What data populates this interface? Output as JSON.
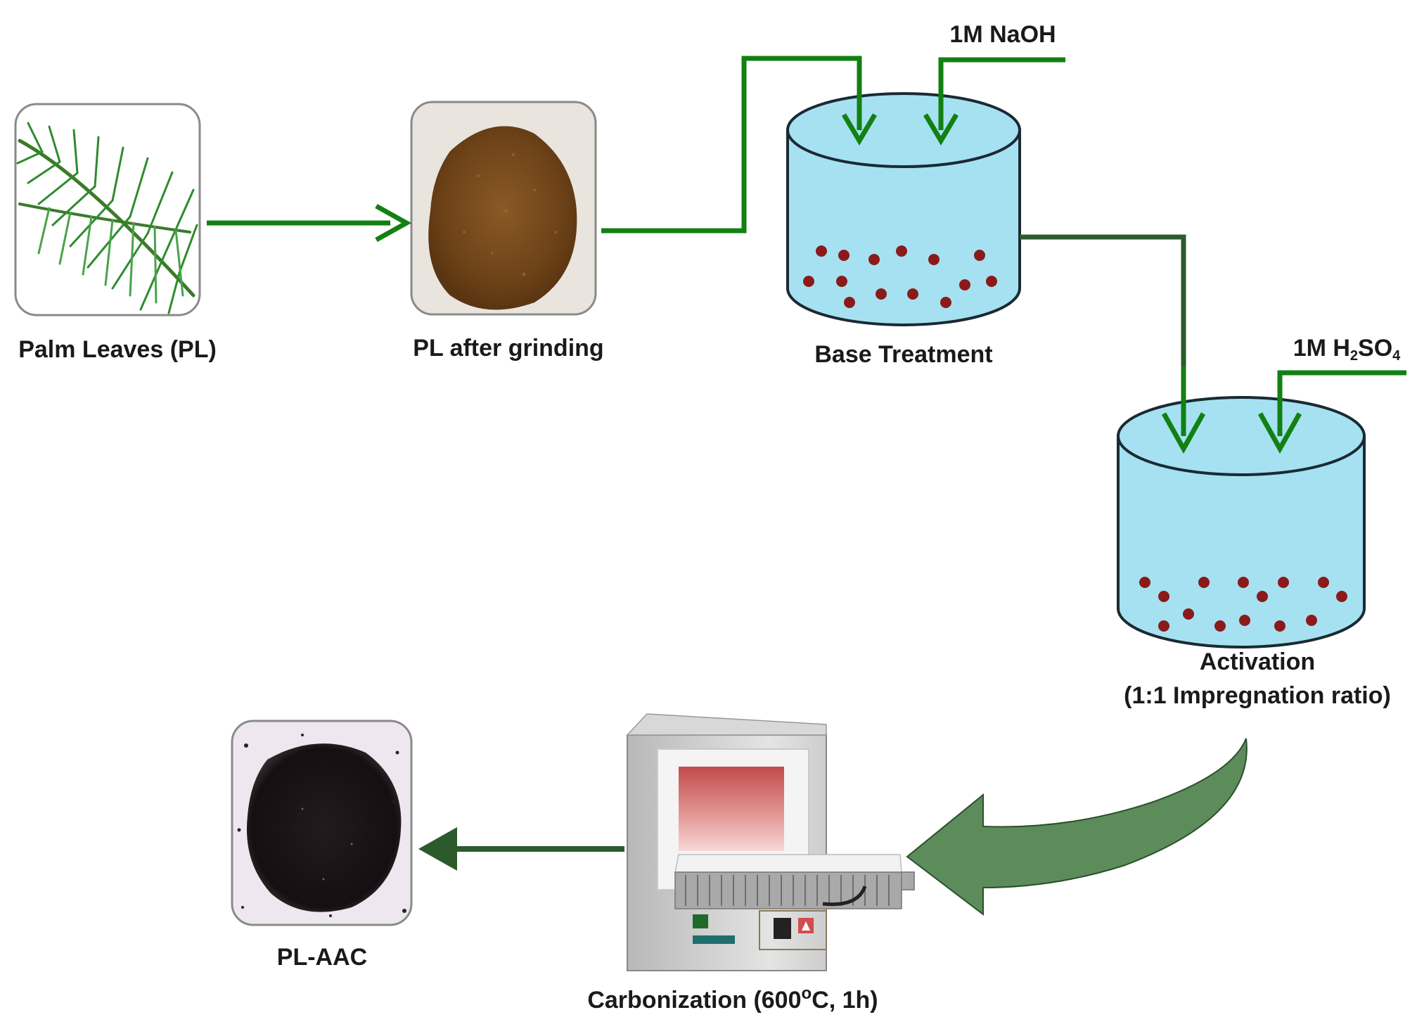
{
  "labels": {
    "palm_leaves": "Palm Leaves (PL)",
    "pl_after_grinding": "PL after grinding",
    "base_treatment": "Base Treatment",
    "naoh": "1M NaOH",
    "h2so4_prefix": "1M H",
    "h2so4_sub1": "2",
    "h2so4_mid": "SO",
    "h2so4_sub2": "4",
    "activation_line1": "Activation",
    "activation_line2": "(1:1 Impregnation ratio)",
    "carbonization_prefix": "Carbonization (600",
    "carbonization_sup": "o",
    "carbonization_suffix": "C, 1h)",
    "pl_aac": "PL-AAC"
  },
  "colors": {
    "arrow_green": "#128012",
    "arrow_dark_green": "#2d5a2d",
    "big_arrow_fill": "#5b8c5a",
    "beaker_fill": "#a6e1f1",
    "beaker_stroke": "#1a2a33",
    "particle": "#8b1a1a",
    "palm_green": "#2e8b2e",
    "ground_powder": "#7a4a1c",
    "carbon_black": "#1b1416"
  },
  "icons": {
    "palm": "palm-leaf-icon",
    "powder": "brown-powder-icon",
    "carbon": "black-powder-icon",
    "furnace": "muffle-furnace-icon"
  }
}
